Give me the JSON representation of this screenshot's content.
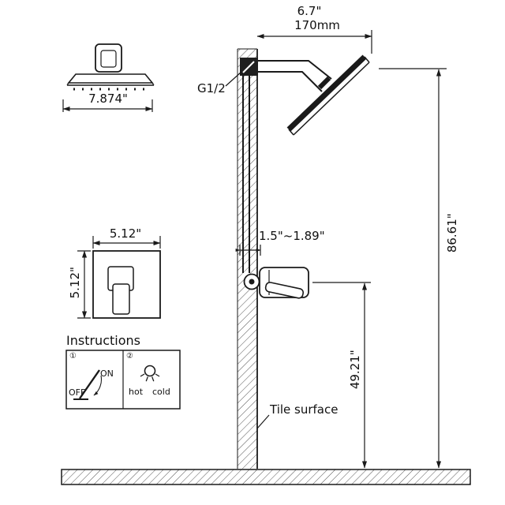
{
  "labels": {
    "arm_length_in": "6.7\"",
    "arm_length_mm": "170mm",
    "thread": "G1/2",
    "head_width": "7.874\"",
    "plate_width": "5.12\"",
    "plate_height": "5.12\"",
    "valve_depth": "1.5\"~1.89\"",
    "overall_height": "86.61\"",
    "valve_height": "49.21\"",
    "tile_surface": "Tile surface"
  },
  "instructions": {
    "title": "Instructions",
    "step1_mark": "①",
    "step2_mark": "②",
    "on": "ON",
    "off": "OFF",
    "hot": "hot",
    "cold": "cold"
  },
  "colors": {
    "line": "#1a1a1a",
    "background": "#ffffff"
  }
}
